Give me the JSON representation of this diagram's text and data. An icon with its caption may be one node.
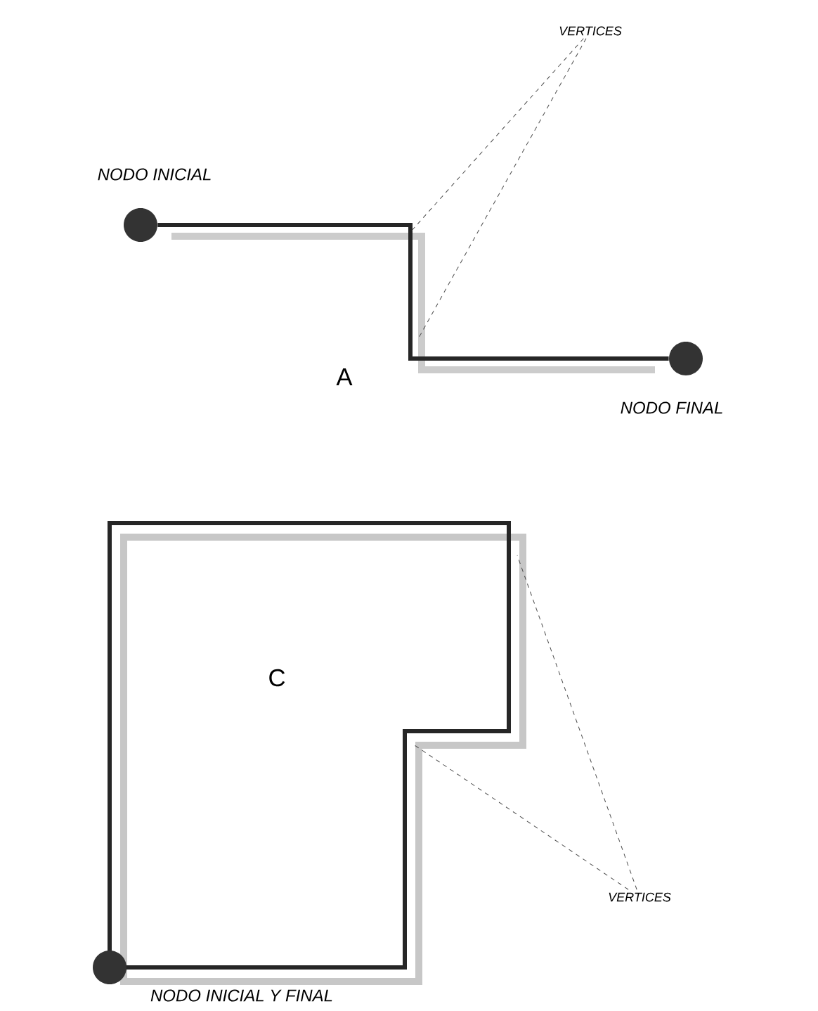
{
  "diagram": {
    "nodes": [
      {
        "text": [],
        "shape": "circle",
        "beside": [
          "NODO INICIAL"
        ]
      },
      {
        "text": [],
        "shape": "circle",
        "beside": [
          "NODO FINAL"
        ]
      },
      {
        "text": [],
        "shape": "circle",
        "beside": [
          "NODO INICIAL Y FINAL"
        ]
      },
      {
        "text": [
          "VERTICES"
        ]
      },
      {
        "text": [
          "VERTICES"
        ]
      }
    ],
    "edges": [
      {
        "from": 0,
        "to": 1,
        "arrow": "none",
        "style": "thick"
      },
      {
        "from": 3,
        "to": null,
        "arrow": "none",
        "style": "dashed"
      },
      {
        "from": 3,
        "to": null,
        "arrow": "none",
        "style": "dashed"
      },
      {
        "from": 4,
        "to": null,
        "arrow": "none",
        "style": "dashed"
      },
      {
        "from": 4,
        "to": null,
        "arrow": "none",
        "style": "dashed"
      }
    ],
    "labels": [
      "A",
      "C"
    ]
  }
}
